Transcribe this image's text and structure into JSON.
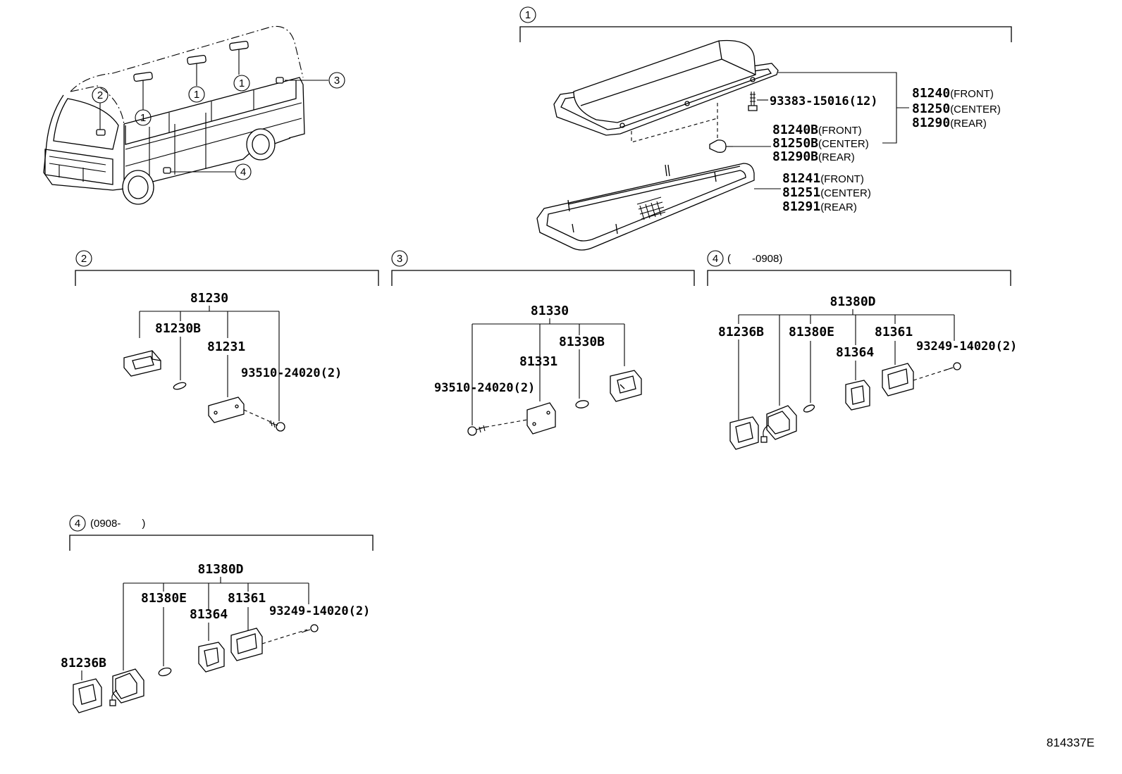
{
  "figure_code": "814337E",
  "callouts": {
    "c1": "1",
    "c2": "2",
    "c3": "3",
    "c4": "4"
  },
  "vehicle": {
    "markers": [
      {
        "num": "1"
      },
      {
        "num": "1"
      },
      {
        "num": "1"
      },
      {
        "num": "2"
      },
      {
        "num": "3"
      },
      {
        "num": "4"
      }
    ]
  },
  "sections": {
    "s1": {
      "num": "1",
      "labels": {
        "p81240": "81240",
        "p81240_note": "(FRONT)",
        "p81250": "81250",
        "p81250_note": "(CENTER)",
        "p81290": "81290",
        "p81290_note": "(REAR)",
        "p93383": "93383-15016(12)",
        "p81240b": "81240B",
        "p81240b_note": "(FRONT)",
        "p81250b": "81250B",
        "p81250b_note": "(CENTER)",
        "p81290b": "81290B",
        "p81290b_note": "(REAR)",
        "p81241": "81241",
        "p81241_note": "(FRONT)",
        "p81251": "81251",
        "p81251_note": "(CENTER)",
        "p81291": "81291",
        "p81291_note": "(REAR)"
      }
    },
    "s2": {
      "num": "2",
      "labels": {
        "p81230": "81230",
        "p81230b": "81230B",
        "p81231": "81231",
        "p93510": "93510-24020(2)"
      }
    },
    "s3": {
      "num": "3",
      "labels": {
        "p81330": "81330",
        "p81330b": "81330B",
        "p81331": "81331",
        "p93510": "93510-24020(2)"
      }
    },
    "s4a": {
      "num": "4",
      "range": "(　　-0908)",
      "labels": {
        "p81380d": "81380D",
        "p81236b": "81236B",
        "p81380e": "81380E",
        "p81361": "81361",
        "p81364": "81364",
        "p93249": "93249-14020(2)"
      }
    },
    "s4b": {
      "num": "4",
      "range": "(0908-　　)",
      "labels": {
        "p81380d": "81380D",
        "p81380e": "81380E",
        "p81361": "81361",
        "p81364": "81364",
        "p93249": "93249-14020(2)",
        "p81236b": "81236B"
      }
    }
  }
}
